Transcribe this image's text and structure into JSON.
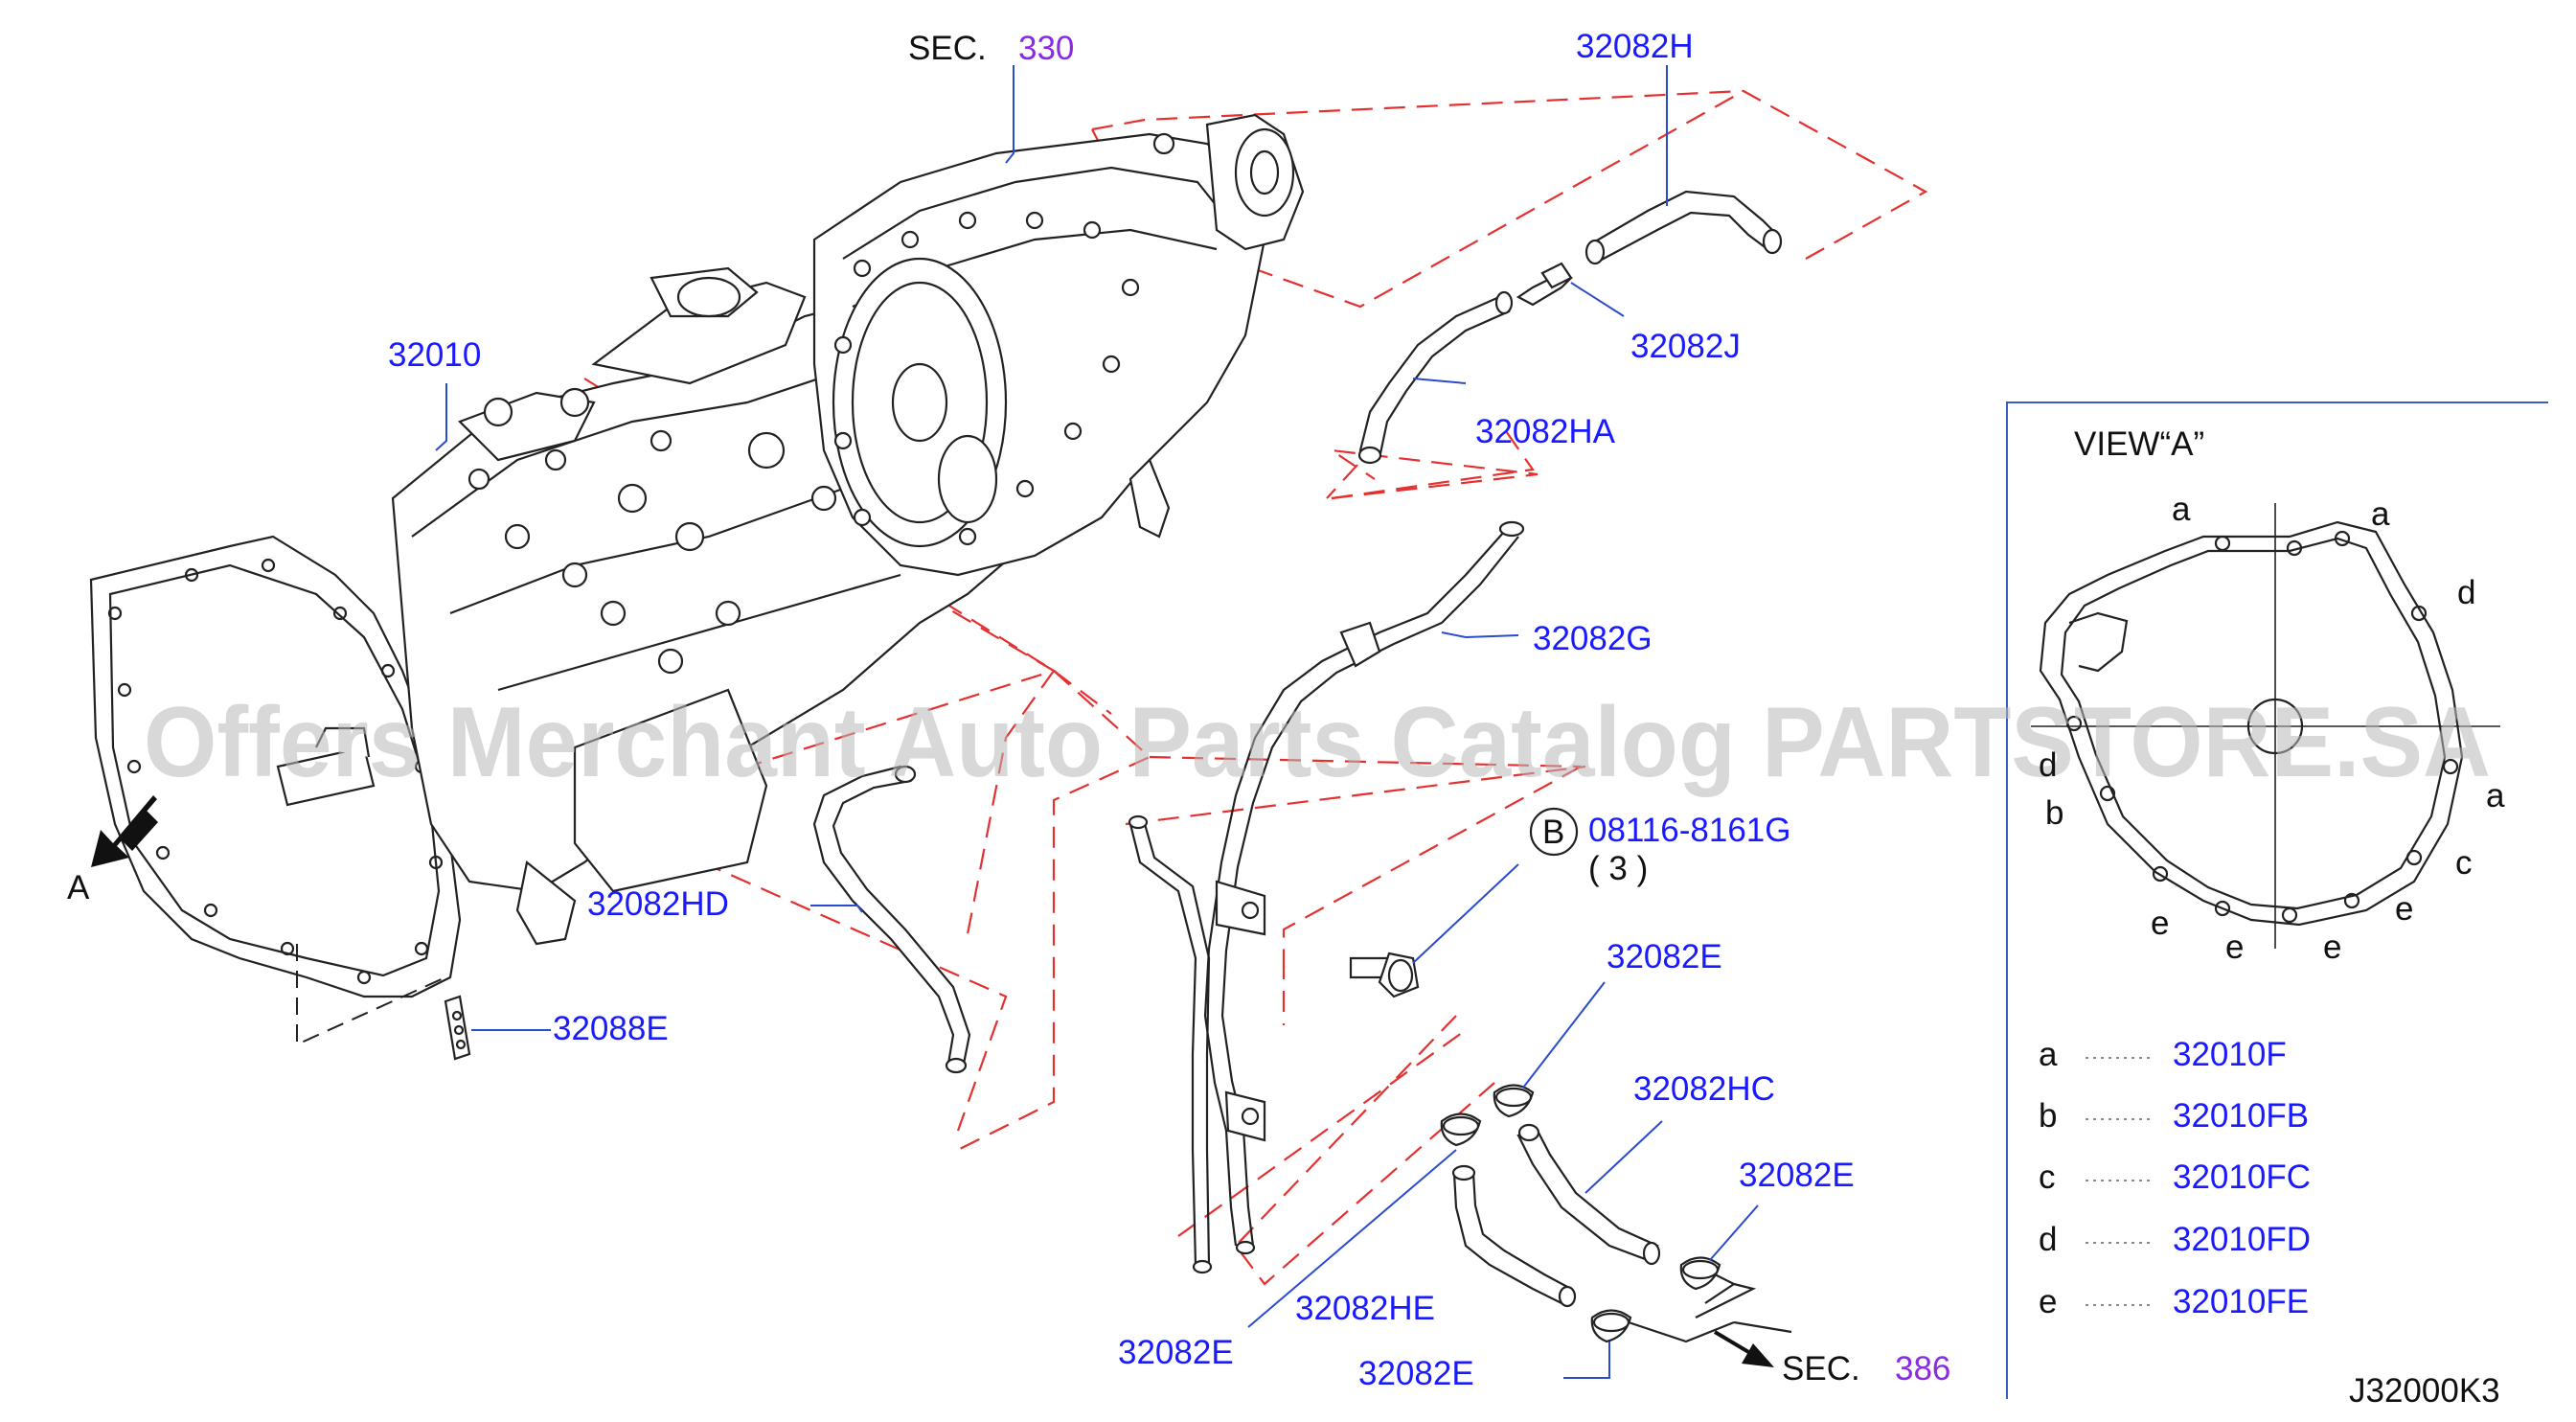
{
  "header": {
    "sec_top_prefix": "SEC.",
    "sec_top_number": "330",
    "sec_bottom_prefix": "SEC.",
    "sec_bottom_number": "386"
  },
  "parts": {
    "p32082H": "32082H",
    "p32082J": "32082J",
    "p32082HA": "32082HA",
    "p32010": "32010",
    "p32082G": "32082G",
    "p32082HD": "32082HD",
    "p32088E": "32088E",
    "bolt_circle": "B",
    "bolt_number": "08116-8161G",
    "bolt_qty": "( 3 )",
    "p32082E_1": "32082E",
    "p32082HC": "32082HC",
    "p32082E_2": "32082E",
    "p32082HE": "32082HE",
    "p32082E_3": "32082E",
    "p32082E_4": "32082E"
  },
  "view_marker": "A",
  "view_panel": {
    "title": "VIEW“A”",
    "bolt_letters": {
      "a_top_left": "a",
      "a_top_right": "a",
      "d_right": "d",
      "d_left": "d",
      "b_left": "b",
      "a_right": "a",
      "c_right": "c",
      "e_1": "e",
      "e_2": "e",
      "e_3": "e",
      "e_4": "e"
    },
    "legend": [
      {
        "key": "a",
        "value": "32010F"
      },
      {
        "key": "b",
        "value": "32010FB"
      },
      {
        "key": "c",
        "value": "32010FC"
      },
      {
        "key": "d",
        "value": "32010FD"
      },
      {
        "key": "e",
        "value": "32010FE"
      }
    ]
  },
  "watermark": "Offers Merchant Auto Parts Catalog PARTSTORE.SA",
  "diagram_code": "J32000K3",
  "colors": {
    "part_label": "#1a1aff",
    "section_number": "#8a2be2",
    "dashed_guide": "#e53030",
    "outline": "#222222"
  }
}
